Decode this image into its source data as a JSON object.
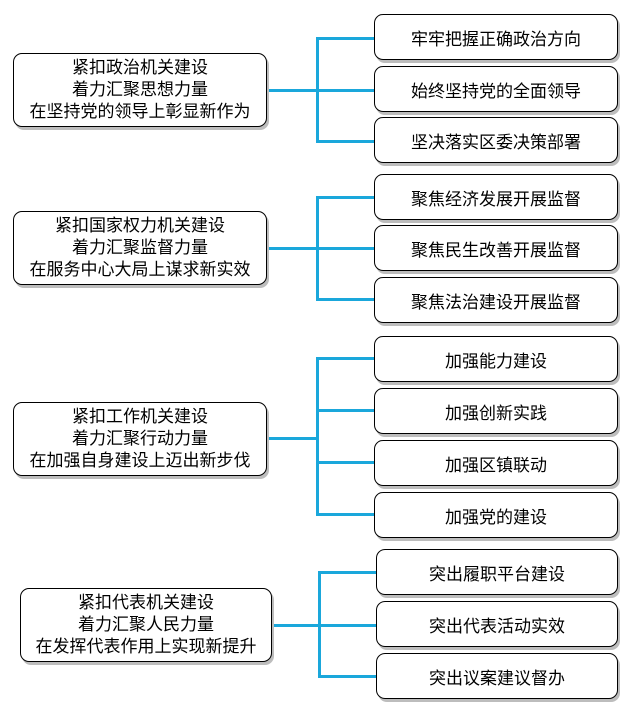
{
  "groups": [
    {
      "lines": [
        "紧扣政治机关建设",
        "着力汇聚思想力量",
        "在坚持党的领导上彰显新作为"
      ],
      "items": [
        "牢牢把握正确政治方向",
        "始终坚持党的全面领导",
        "坚决落实区委决策部署"
      ]
    },
    {
      "lines": [
        "紧扣国家权力机关建设",
        "着力汇聚监督力量",
        "在服务中心大局上谋求新实效"
      ],
      "items": [
        "聚焦经济发展开展监督",
        "聚焦民生改善开展监督",
        "聚焦法治建设开展监督"
      ]
    },
    {
      "lines": [
        "紧扣工作机关建设",
        "着力汇聚行动力量",
        "在加强自身建设上迈出新步伐"
      ],
      "items": [
        "加强能力建设",
        "加强创新实践",
        "加强区镇联动",
        "加强党的建设"
      ]
    },
    {
      "lines": [
        "紧扣代表机关建设",
        "着力汇聚人民力量",
        "在发挥代表作用上实现新提升"
      ],
      "items": [
        "突出履职平台建设",
        "突出代表活动实效",
        "突出议案建议督办"
      ]
    }
  ],
  "colors": {
    "connector": "#1aa7db",
    "border": "#000000",
    "shadow": "#bdbdbd"
  }
}
